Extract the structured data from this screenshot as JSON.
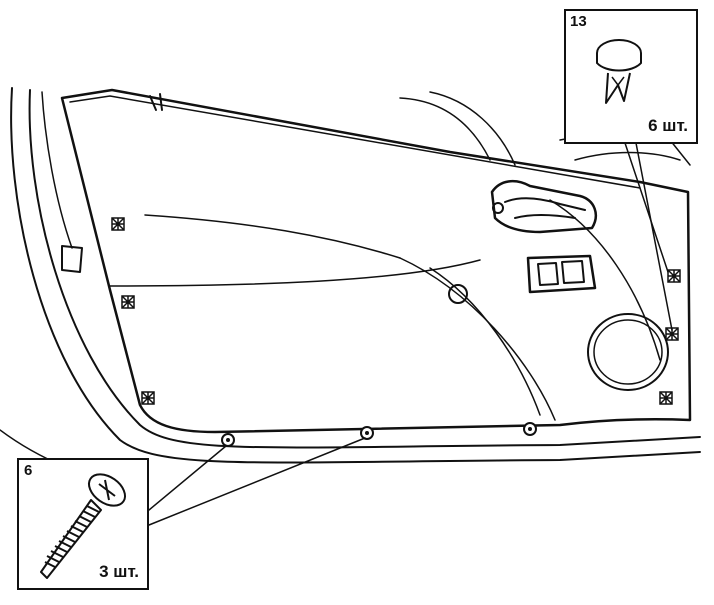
{
  "diagram": {
    "parts": [
      {
        "id": "clip",
        "number": "13",
        "quantity": "6 шт."
      },
      {
        "id": "screw",
        "number": "6",
        "quantity": "3 шт."
      }
    ],
    "line_color": "#111111",
    "background_color": "#ffffff"
  }
}
